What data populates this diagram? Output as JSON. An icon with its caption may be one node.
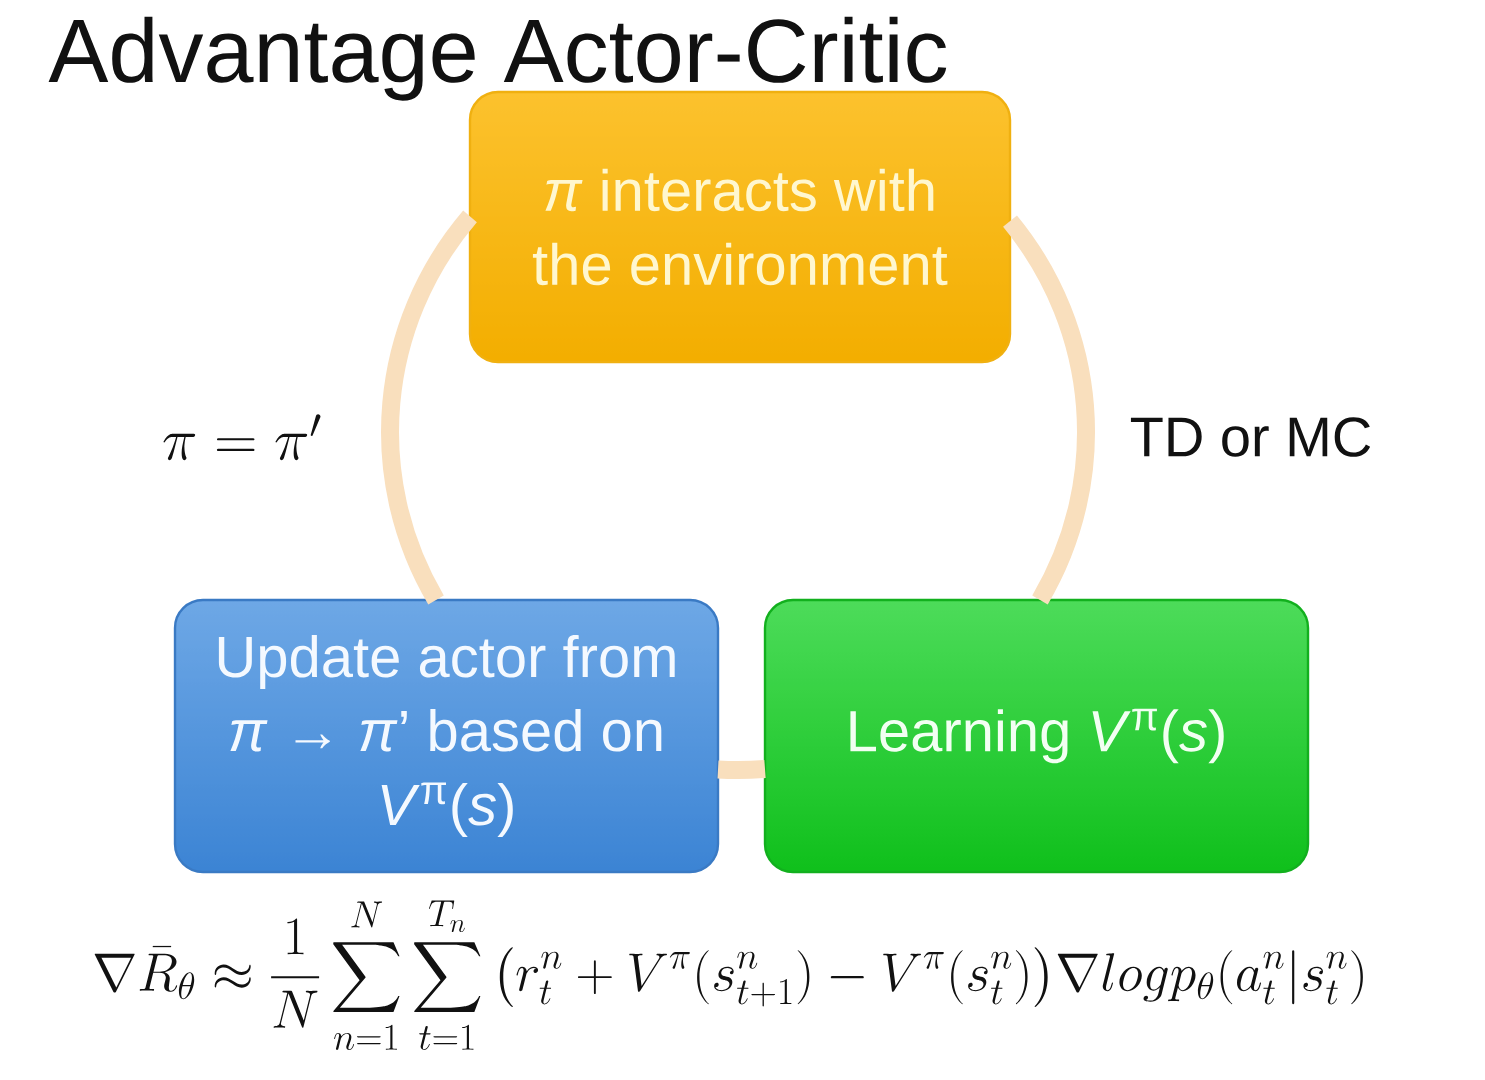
{
  "diagram": {
    "title": "Advantage Actor-Critic",
    "nodes": [
      {
        "text": [
          "*π* interacts with the environment"
        ]
      },
      {
        "text": [
          "Update actor from *π* → *π*’ based on *V*$^{π}$(*s*)"
        ]
      },
      {
        "text": [
          "Learning *V*$^{π}$(*s*)"
        ]
      }
    ],
    "edges": [
      {
        "from": 0,
        "to": 2,
        "arrow": "none",
        "label": "TD or MC"
      },
      {
        "from": 2,
        "to": 1,
        "arrow": "none"
      },
      {
        "from": 1,
        "to": 0,
        "arrow": "none",
        "label": "\\pi = \\pi'"
      }
    ],
    "labels": [
      "\\nabla \\bar{R}_\\theta \\approx \\frac{1}{N}\\sum_{n=1}^{N}\\sum_{t=1}^{T_n}\\big(r_t^n + V^\\pi(s_{t+1}^n) - V^\\pi(s_t^n)\\big)\\nabla log p_\\theta(a_t^n|s_t^n)"
    ]
  }
}
